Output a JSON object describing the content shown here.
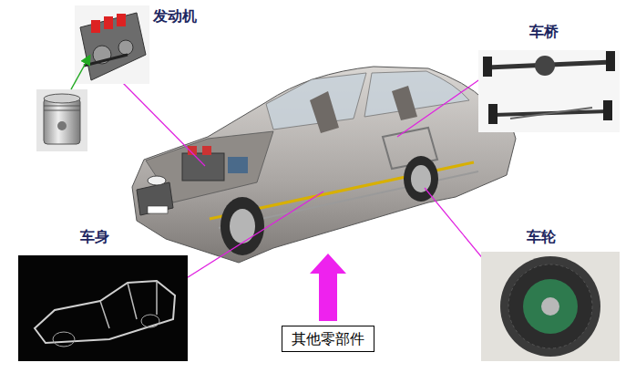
{
  "diagram": {
    "nodes": [
      {
        "text": [
          "其他零部件"
        ]
      }
    ],
    "labels": [
      "发动机",
      "车桥",
      "车身",
      "车轮"
    ]
  }
}
